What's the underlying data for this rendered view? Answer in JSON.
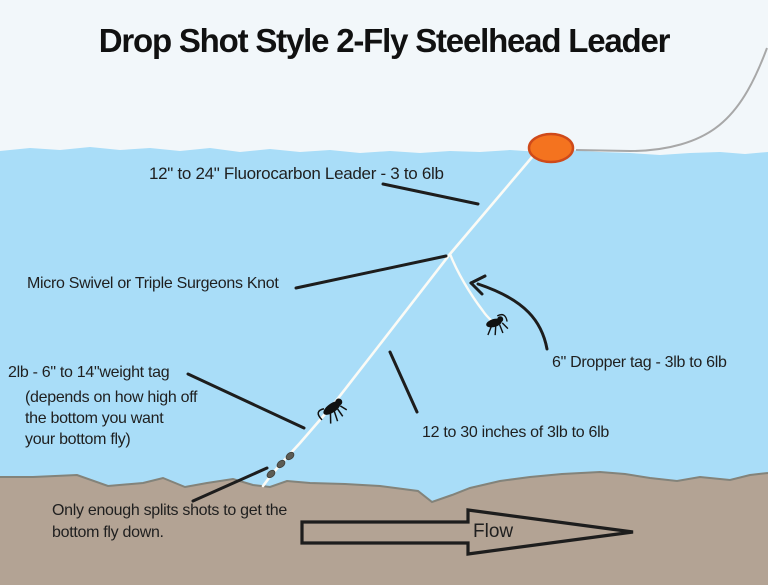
{
  "title": "Drop Shot Style 2-Fly Steelhead Leader",
  "labels": {
    "fluorocarbon_leader": "12\" to 24\"  Fluorocarbon Leader  - 3 to 6lb",
    "swivel_knot": "Micro Swivel or Triple Surgeons Knot",
    "dropper_tag": "6\" Dropper tag - 3lb to 6lb",
    "weight_tag": "2lb - 6\" to 14\"weight tag",
    "weight_tag_note": "(depends on how high off\nthe bottom you want\nyour bottom fly)",
    "main_line_length": "12 to 30 inches of 3lb to 6lb",
    "split_shots_note": "Only enough splits shots to get the\nbottom fly down.",
    "flow": "Flow"
  },
  "colors": {
    "sky": "#f2f7fa",
    "water": "#a9ddf8",
    "riverbed": "#b3a394",
    "riverbed_edge": "#83837a",
    "float_fill": "#f4731f",
    "float_stroke": "#cf4a1a",
    "rod_line": "#a8a8a8",
    "leader_line": "#fbfbf6",
    "ink": "#1d1d1d",
    "split_shot": "#5c5c55"
  }
}
